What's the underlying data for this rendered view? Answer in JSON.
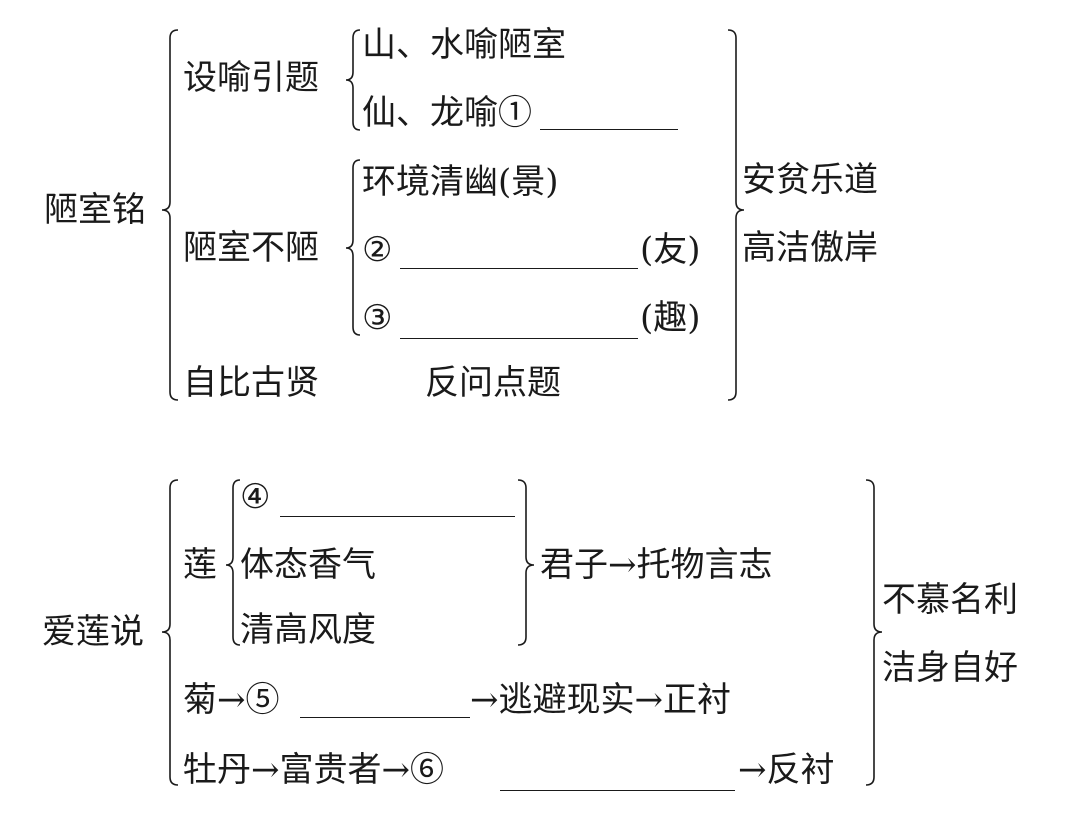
{
  "top": {
    "root": "陋室铭",
    "intro": {
      "label": "设喻引题",
      "items": [
        "山、水喻陋室",
        "仙、龙喻①"
      ]
    },
    "room": {
      "label": "陋室不陋",
      "items": [
        "环境清幽(景)",
        "②",
        "(友)",
        "③",
        "(趣)"
      ]
    },
    "sage": {
      "label": "自比古贤",
      "note": "反问点题"
    },
    "theme": [
      "安贫乐道",
      "高洁傲岸"
    ]
  },
  "bottom": {
    "root": "爱莲说",
    "lotus": {
      "label": "莲",
      "items": [
        "④",
        "体态香气",
        "清高风度"
      ],
      "result": "君子→托物言志"
    },
    "chrysanthemum": {
      "start": "菊→⑤",
      "end": "→逃避现实→正衬"
    },
    "peony": {
      "start": "牡丹→富贵者→⑥",
      "end": "→反衬"
    },
    "theme": [
      "不慕名利",
      "洁身自好"
    ]
  }
}
